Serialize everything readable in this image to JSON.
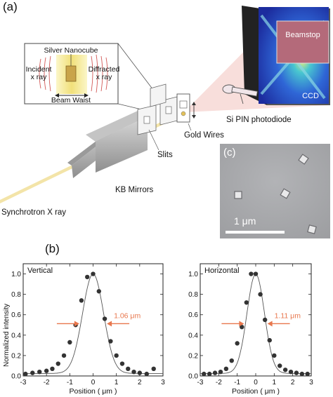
{
  "panel_a": {
    "label": "(a)",
    "inset": {
      "title": "Silver Nanocube",
      "incident": "Incident\nx ray",
      "diffracted": "Diffracted\nx ray",
      "waist": "Beam Waist"
    },
    "beamstop": "Beamstop",
    "ccd": "CCD",
    "photodiode": "Si PIN photodiode",
    "gold_wires": "Gold Wires",
    "slits": "Slits",
    "kb_mirrors": "KB Mirrors",
    "source": "Synchrotron X ray",
    "colors": {
      "beam": "#f3e4a8",
      "cone": "#f6d3cf",
      "detector": "#3a6fd8",
      "inset_band": "#f1e07a"
    }
  },
  "panel_c": {
    "label": "(c)",
    "scalebar": "1 μm",
    "colors": {
      "background": "#a9aaad"
    }
  },
  "panel_b": {
    "label": "(b)",
    "ylabel": "Normalized intensity",
    "xlabel": "Position ( μm )"
  },
  "chart_data": [
    {
      "type": "scatter",
      "title": "Vertical",
      "annotation": "1.06 μm",
      "xlabel": "Position ( μm )",
      "ylabel": "Normalized intensity",
      "xlim": [
        -3,
        3
      ],
      "ylim": [
        0,
        1.1
      ],
      "xticks": [
        "-3",
        "-2",
        "-1",
        "0",
        "1",
        "2",
        "3"
      ],
      "yticks": [
        "0.0",
        "0.2",
        "0.4",
        "0.6",
        "0.8",
        "1.0"
      ],
      "series": [
        {
          "x": [
            -2.9,
            -2.6,
            -2.3,
            -2.0,
            -1.75,
            -1.5,
            -1.25,
            -1.0,
            -0.75,
            -0.5,
            -0.25,
            0.0,
            0.25,
            0.5,
            0.75,
            1.0,
            1.25,
            1.5,
            1.75,
            2.0,
            2.3,
            2.6
          ],
          "y": [
            0.02,
            0.03,
            0.04,
            0.05,
            0.07,
            0.12,
            0.2,
            0.33,
            0.5,
            0.74,
            0.97,
            1.0,
            0.83,
            0.56,
            0.34,
            0.2,
            0.12,
            0.07,
            0.04,
            0.03,
            0.02,
            0.07
          ]
        }
      ],
      "fit": {
        "center": 0.0,
        "fwhm": 1.06
      },
      "colors": {
        "marker": "#333333",
        "line": "#555555",
        "arrow": "#e8774d"
      }
    },
    {
      "type": "scatter",
      "title": "Horizontal",
      "annotation": "1.11 μm",
      "xlabel": "Position ( μm )",
      "ylabel": "Normalized intensity",
      "xlim": [
        -3,
        3
      ],
      "ylim": [
        0,
        1.1
      ],
      "xticks": [
        "-3",
        "-2",
        "-1",
        "0",
        "1",
        "2",
        "3"
      ],
      "yticks": [
        "0.0",
        "0.2",
        "0.4",
        "0.6",
        "0.8",
        "1.0"
      ],
      "series": [
        {
          "x": [
            -2.8,
            -2.5,
            -2.2,
            -1.9,
            -1.6,
            -1.3,
            -1.0,
            -0.75,
            -0.5,
            -0.25,
            0.0,
            0.25,
            0.5,
            0.75,
            1.0,
            1.3,
            1.6,
            1.9,
            2.2,
            2.5,
            2.8
          ],
          "y": [
            0.02,
            0.02,
            0.03,
            0.04,
            0.07,
            0.15,
            0.32,
            0.48,
            0.72,
            1.0,
            1.0,
            0.8,
            0.55,
            0.35,
            0.2,
            0.1,
            0.06,
            0.04,
            0.03,
            0.02,
            0.02
          ]
        }
      ],
      "fit": {
        "center": 0.0,
        "fwhm": 1.11
      },
      "colors": {
        "marker": "#333333",
        "line": "#555555",
        "arrow": "#e8774d"
      }
    }
  ]
}
